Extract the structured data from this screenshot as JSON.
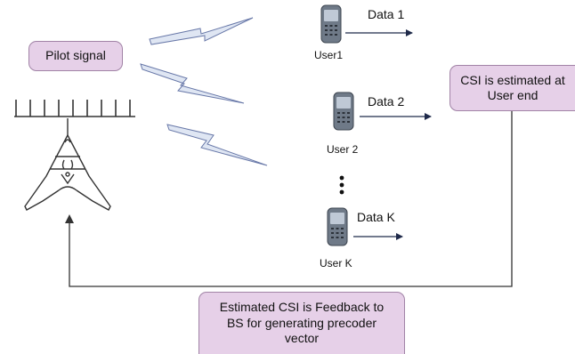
{
  "pilot_signal": "Pilot signal",
  "csi_user_end": "CSI is estimated at\nUser end",
  "feedback": "Estimated CSI is Feedback to\nBS for generating precoder\nvector",
  "users": [
    {
      "label": "User1",
      "data": "Data 1"
    },
    {
      "label": "User 2",
      "data": "Data 2"
    },
    {
      "label": "User K",
      "data": "Data K"
    }
  ],
  "colors": {
    "box_fill": "#e6d0e8",
    "box_border": "#a183a6",
    "lightning_fill": "#dfe6f3",
    "lightning_stroke": "#6878a8",
    "line": "#2a2a2a",
    "phone_body": "#6f7a88",
    "phone_screen": "#bfc9d6"
  }
}
